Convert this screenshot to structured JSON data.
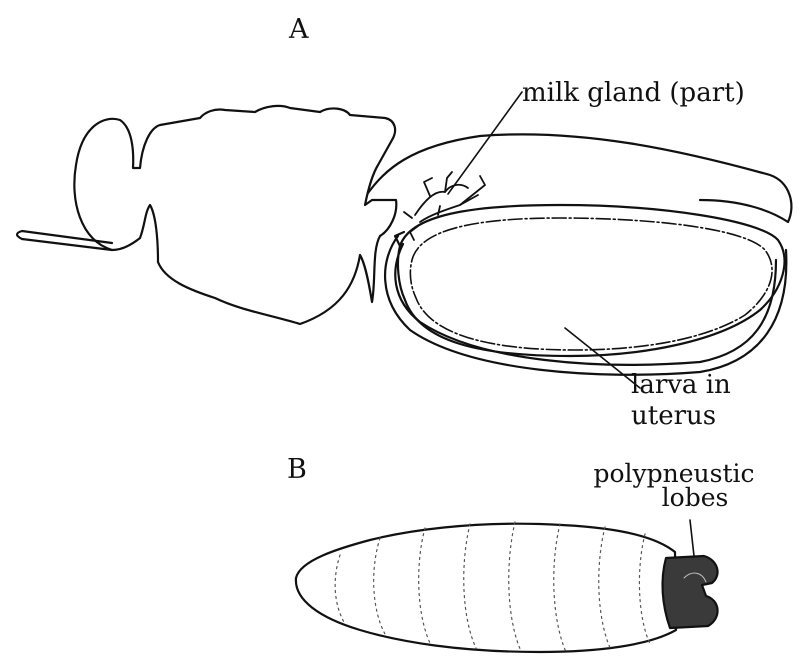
{
  "panel_a": {
    "letter": "A"
  },
  "panel_b": {
    "letter": "B"
  },
  "labels": {
    "milk_gland": "milk gland (part)",
    "larva_line1": "larva in",
    "larva_line2": "uterus",
    "lobes_line1": "polypneustic",
    "lobes_line2": "lobes"
  },
  "colors": {
    "ink": "#111111",
    "paper": "#ffffff",
    "lobe_fill": "#3a3a3a"
  }
}
